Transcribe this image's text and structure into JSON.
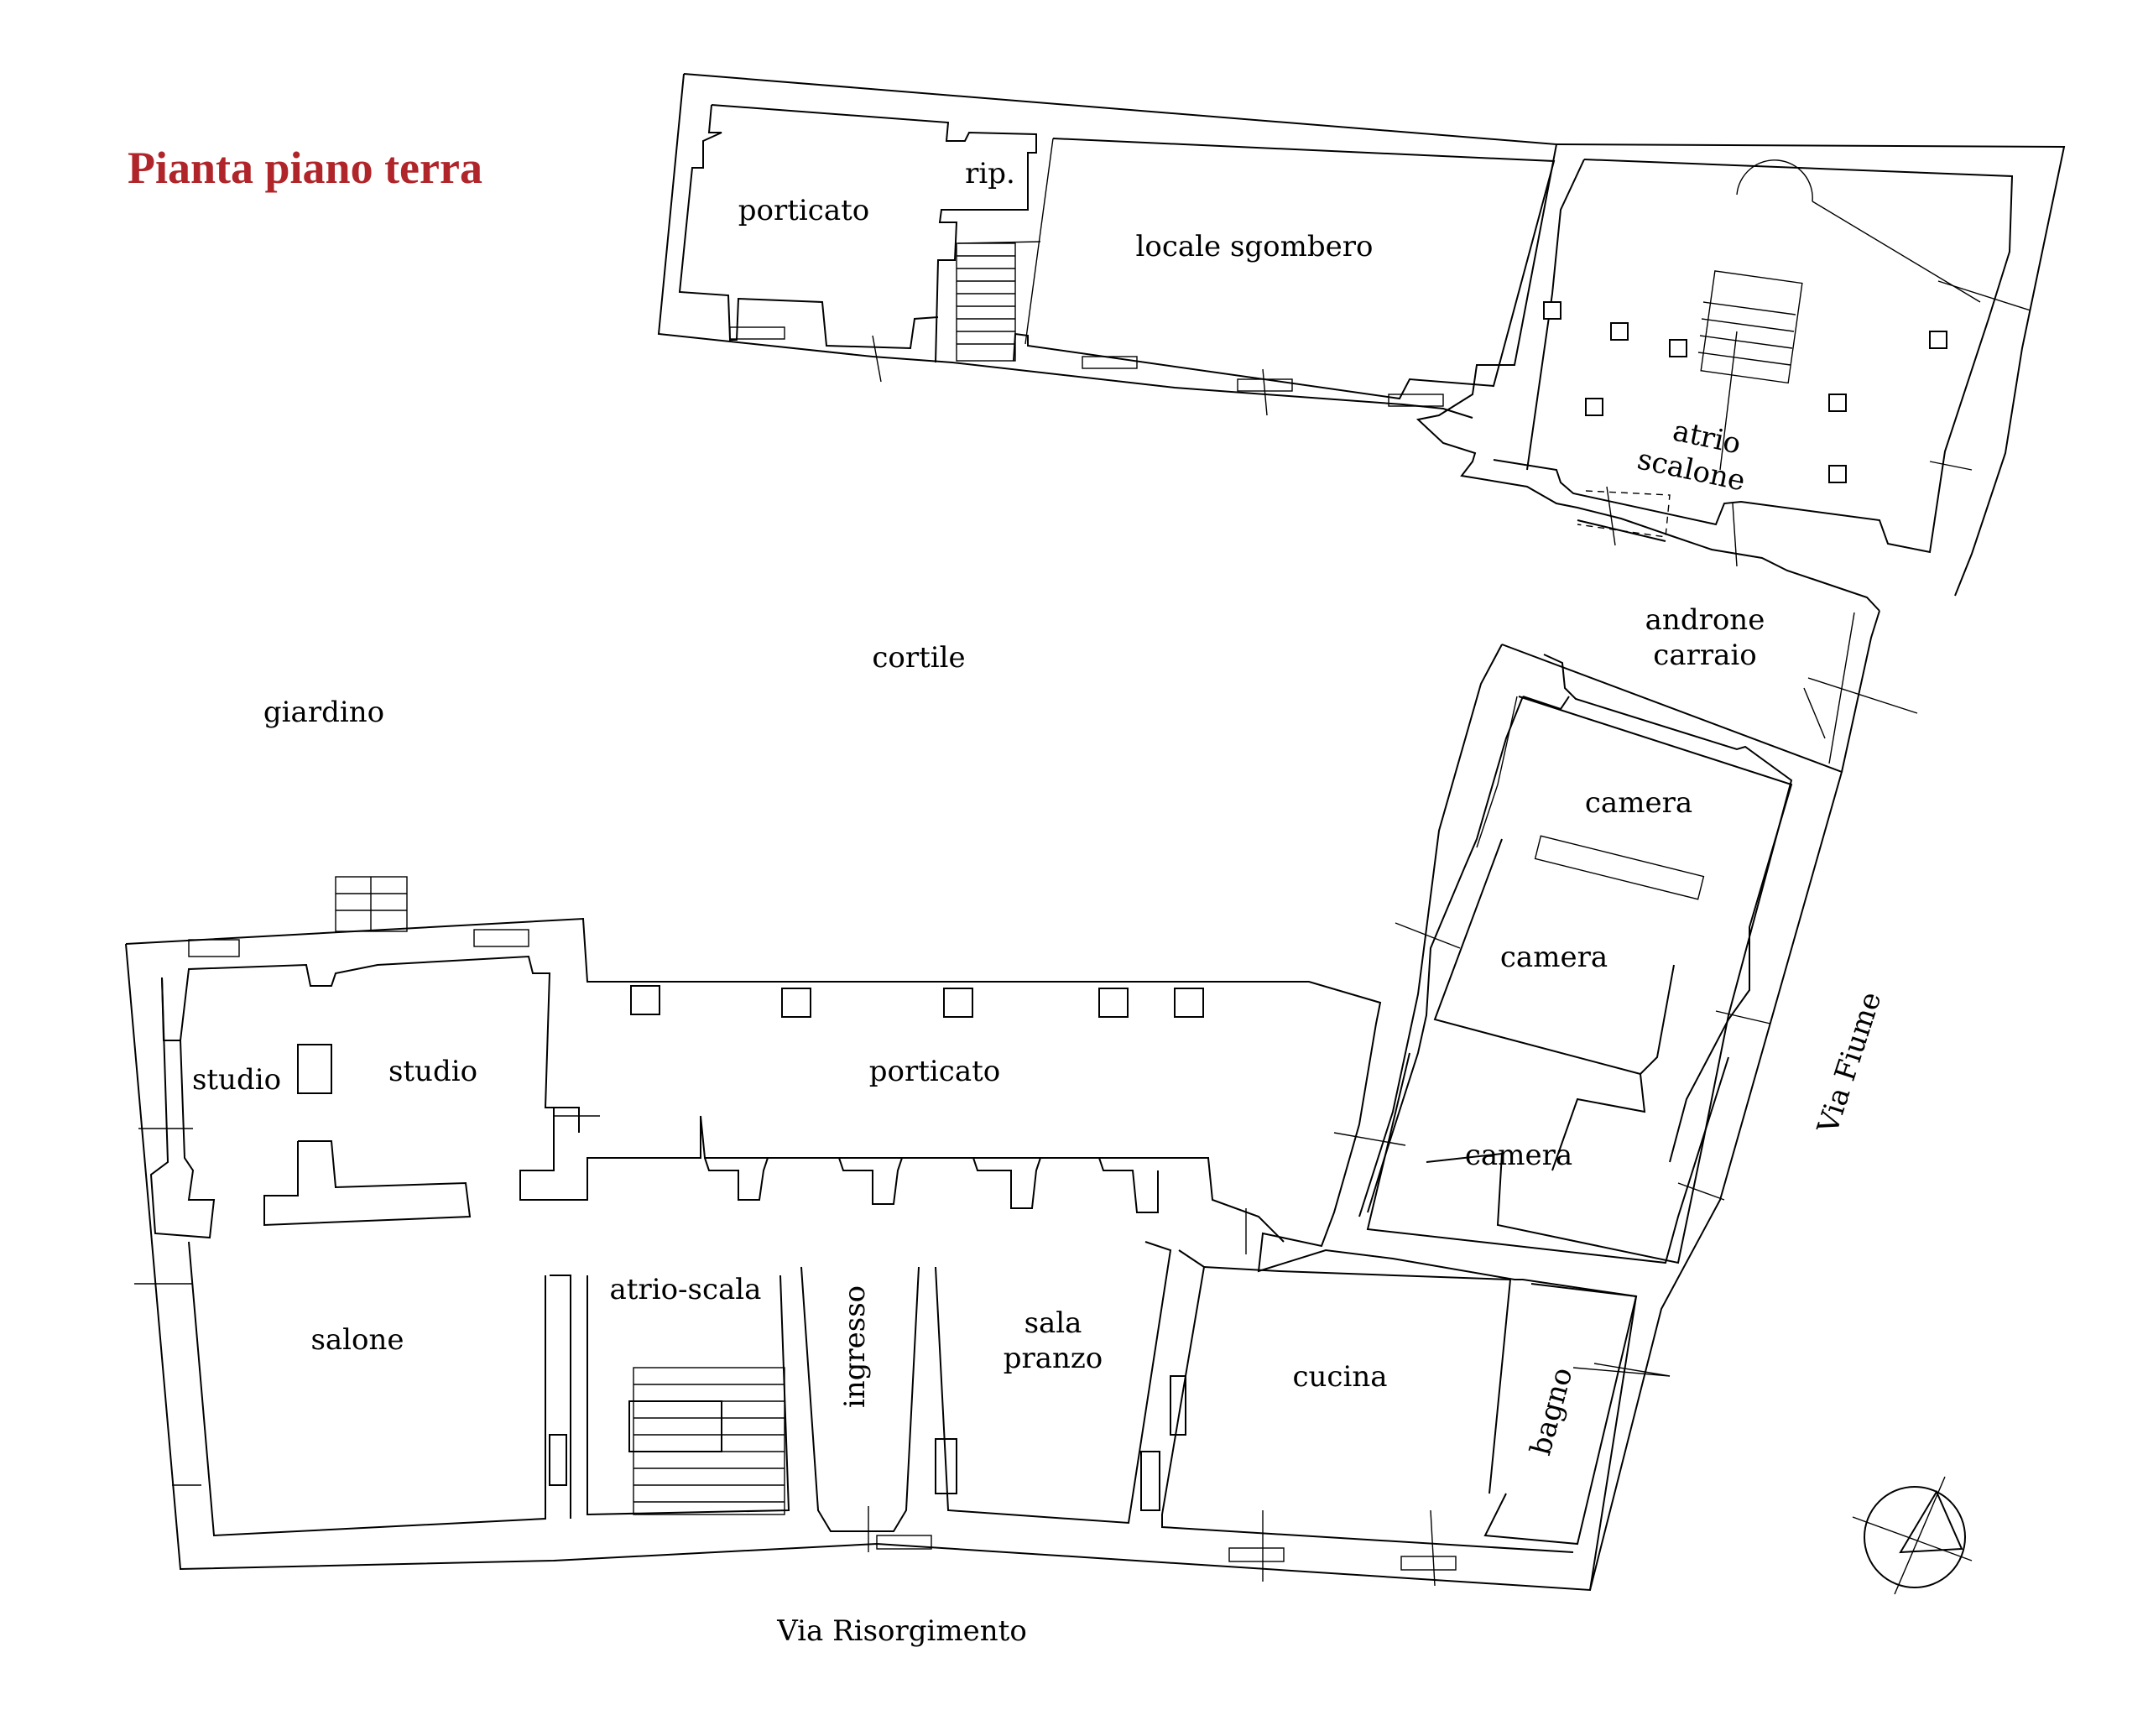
{
  "title": {
    "text": "Pianta piano terra",
    "color": "#b0252a"
  },
  "labels": {
    "porticato_top": "porticato",
    "rip": "rip.",
    "locale_sgombero": "locale sgombero",
    "atrio_scalone_1": "atrio",
    "atrio_scalone_2": "scalone",
    "androne_1": "androne",
    "androne_2": "carraio",
    "cortile": "cortile",
    "giardino": "giardino",
    "camera_1": "camera",
    "camera_2": "camera",
    "camera_3": "camera",
    "via_fiume": "Via Fiume",
    "studio_1": "studio",
    "studio_2": "studio",
    "porticato_bottom": "porticato",
    "salone": "salone",
    "atrio_scala": "atrio-scala",
    "ingresso": "ingresso",
    "sala_1": "sala",
    "sala_2": "pranzo",
    "cucina": "cucina",
    "bagno": "bagno",
    "via_risorgimento": "Via Risorgimento"
  },
  "icons": {
    "north_arrow": "compass-rose-icon"
  }
}
